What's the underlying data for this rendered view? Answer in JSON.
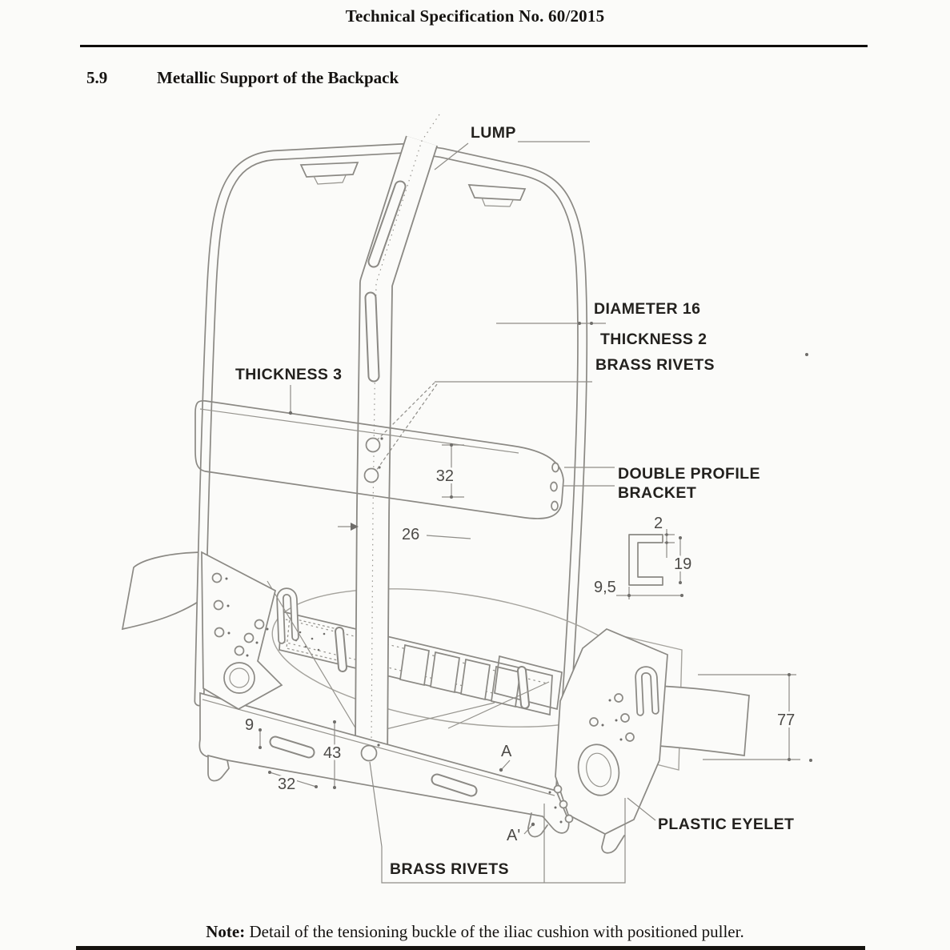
{
  "page": {
    "header_title": "Technical Specification No. 60/2015",
    "section_number": "5.9",
    "section_title": "Metallic Support of the Backpack",
    "note_label": "Note:",
    "note_text": " Detail of the tensioning buckle of the iliac cushion with positioned puller."
  },
  "figure": {
    "labels": {
      "lump": "LUMP",
      "diameter": "DIAMETER 16",
      "thickness_tube": "THICKNESS 2",
      "brass_rivets_upper": "BRASS RIVETS",
      "thickness_strap": "THICKNESS 3",
      "double_profile_line1": "DOUBLE PROFILE",
      "double_profile_line2": "BRACKET",
      "plastic_eyelet": "PLASTIC EYELET",
      "brass_rivets_lower": "BRASS RIVETS"
    },
    "dimensions": {
      "strap_width": "32",
      "rail_width": "26",
      "profile_lip": "2",
      "profile_height": "19",
      "profile_width": "9,5",
      "belt_width": "77",
      "edge_offset": "9",
      "hole_spacing": "43",
      "slot_length": "32",
      "section_a": "A",
      "section_a_prime": "A'"
    },
    "colors": {
      "paper": "#fbfbf9",
      "line": "#8b8984",
      "label_text": "#23211e",
      "dimension_text": "#4d4b48",
      "rule": "#0f0d0b"
    }
  }
}
